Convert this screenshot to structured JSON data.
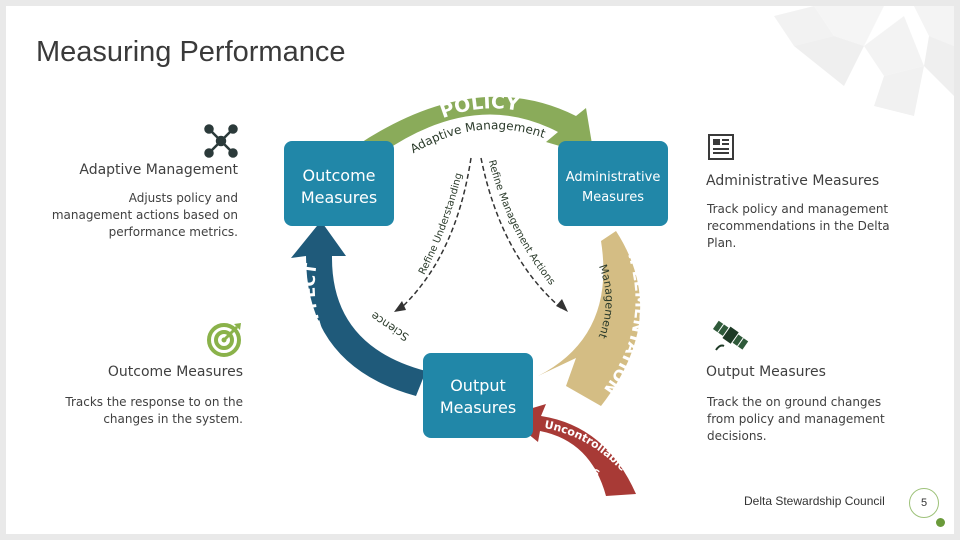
{
  "slide": {
    "title": "Measuring Performance",
    "footer": "Delta Stewardship Council",
    "page_number": "5"
  },
  "left_top": {
    "icon": "network-icon",
    "heading": "Adaptive Management",
    "text": "Adjusts policy and management actions based on performance metrics."
  },
  "left_bottom": {
    "icon": "target-icon",
    "heading": "Outcome Measures",
    "text": "Tracks the response to on the changes in the system."
  },
  "right_top": {
    "icon": "document-icon",
    "heading": "Administrative Measures",
    "text": "Track policy and management recommendations in the Delta Plan."
  },
  "right_bottom": {
    "icon": "satellite-icon",
    "heading": "Output Measures",
    "text": "Track the on ground changes from policy and management decisions."
  },
  "diagram": {
    "boxes": {
      "outcome": [
        "Outcome",
        "Measures"
      ],
      "administrative": [
        "Administrative",
        "Measures"
      ],
      "output": [
        "Output",
        "Measures"
      ]
    },
    "arrows": {
      "policy": "POLICY",
      "adaptive": "Adaptive Management",
      "implementation": "IMPLEMENTATION",
      "cause_effect": "CAUSE & EFFECT",
      "uncontrollable": [
        "Uncontrollable",
        "Factors"
      ],
      "management": "Management",
      "science": "Science",
      "refine_understanding": "Refine Understanding",
      "refine_actions": "Refine Management Actions"
    },
    "colors": {
      "teal": "#2187a8",
      "green": "#8aab5a",
      "tan": "#d4bd84",
      "navy": "#1f5a7a",
      "red": "#a83a36"
    }
  }
}
